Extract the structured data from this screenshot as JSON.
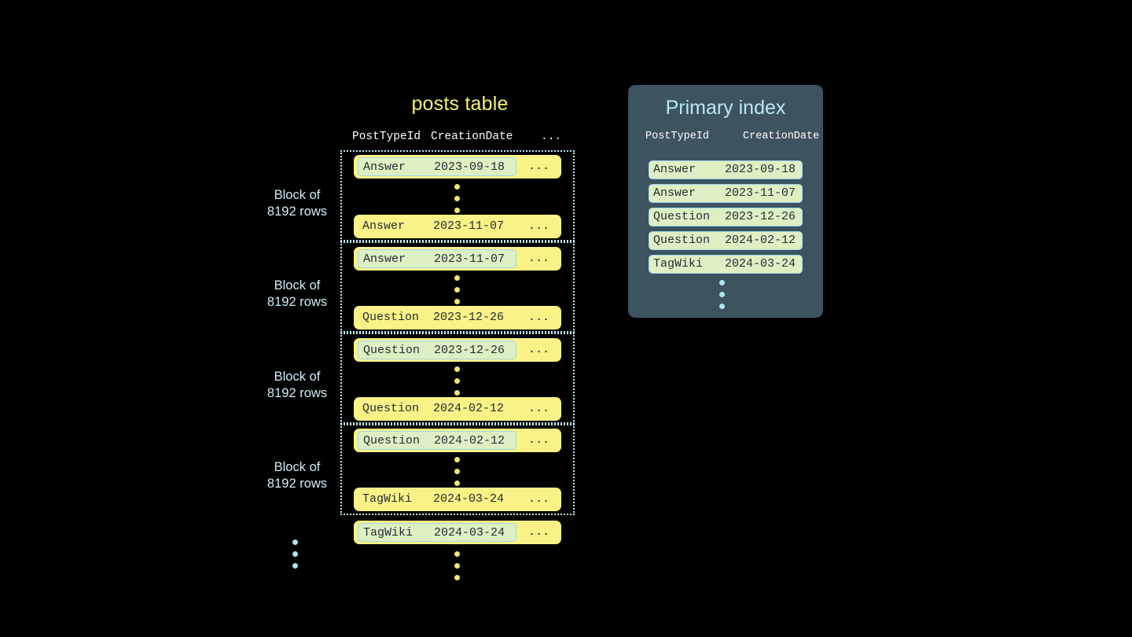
{
  "posts_table": {
    "title": "posts table",
    "columns": [
      "PostTypeId",
      "CreationDate",
      "..."
    ],
    "ellipsis_cell": "...",
    "blocks": [
      {
        "label_line1": "Block of",
        "label_line2": "8192 rows",
        "first_row": {
          "post_type_id": "Answer",
          "creation_date": "2023-09-18",
          "highlighted": true
        },
        "last_row": {
          "post_type_id": "Answer",
          "creation_date": "2023-11-07",
          "highlighted": false
        }
      },
      {
        "label_line1": "Block of",
        "label_line2": "8192 rows",
        "first_row": {
          "post_type_id": "Answer",
          "creation_date": "2023-11-07",
          "highlighted": true
        },
        "last_row": {
          "post_type_id": "Question",
          "creation_date": "2023-12-26",
          "highlighted": false
        }
      },
      {
        "label_line1": "Block of",
        "label_line2": "8192 rows",
        "first_row": {
          "post_type_id": "Question",
          "creation_date": "2023-12-26",
          "highlighted": true
        },
        "last_row": {
          "post_type_id": "Question",
          "creation_date": "2024-02-12",
          "highlighted": false
        }
      },
      {
        "label_line1": "Block of",
        "label_line2": "8192 rows",
        "first_row": {
          "post_type_id": "Question",
          "creation_date": "2024-02-12",
          "highlighted": true
        },
        "last_row": {
          "post_type_id": "TagWiki",
          "creation_date": "2024-03-24",
          "highlighted": false
        }
      }
    ],
    "trailing_row": {
      "post_type_id": "TagWiki",
      "creation_date": "2024-03-24",
      "highlighted": true
    }
  },
  "primary_index": {
    "title": "Primary index",
    "columns": [
      "PostTypeId",
      "CreationDate"
    ],
    "rows": [
      {
        "post_type_id": "Answer",
        "creation_date": "2023-09-18"
      },
      {
        "post_type_id": "Answer",
        "creation_date": "2023-11-07"
      },
      {
        "post_type_id": "Question",
        "creation_date": "2023-12-26"
      },
      {
        "post_type_id": "Question",
        "creation_date": "2024-02-12"
      },
      {
        "post_type_id": "TagWiki",
        "creation_date": "2024-03-24"
      }
    ]
  },
  "colors": {
    "background": "#000000",
    "row_yellow": "#faf287",
    "row_highlight_green": "#ddf0c4",
    "highlight_border_blue": "#9fd6e8",
    "block_border_blue": "#bfe9f5",
    "panel_slate": "#3d5360",
    "title_yellow": "#f5f178",
    "title_blue": "#b8e8f7",
    "label_blue": "#cdeef7",
    "dot_yellow": "#f3e96a",
    "dot_blue": "#aee4f2",
    "text_dark": "#1f2b33",
    "header_white": "#ffffff"
  }
}
